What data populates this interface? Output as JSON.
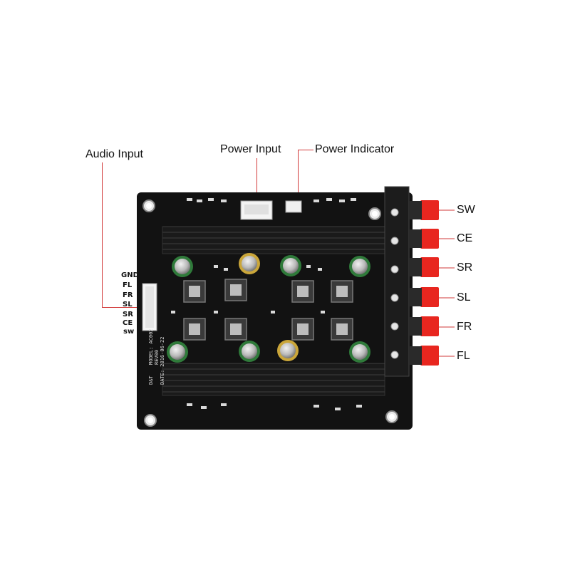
{
  "callouts": {
    "audio_input": "Audio Input",
    "power_input": "Power Input",
    "power_indicator": "Power Indicator"
  },
  "input_pins": [
    "GND",
    "FL",
    "FR",
    "SL",
    "SR",
    "CE",
    "sw"
  ],
  "output_channels": [
    "SW",
    "CE",
    "SR",
    "SL",
    "FR",
    "FL"
  ],
  "board_silkscreen": {
    "brand": "D&T",
    "model": "MODEL: AC002",
    "ver": "REV00",
    "date": "DATE: 2016-06-22"
  },
  "colors": {
    "pcb": "#111111",
    "heatsink": "#1b1b1b",
    "terminal_red": "#e8261f",
    "callout_line": "#d23a3a",
    "capacitor": "#2f7a3a"
  }
}
